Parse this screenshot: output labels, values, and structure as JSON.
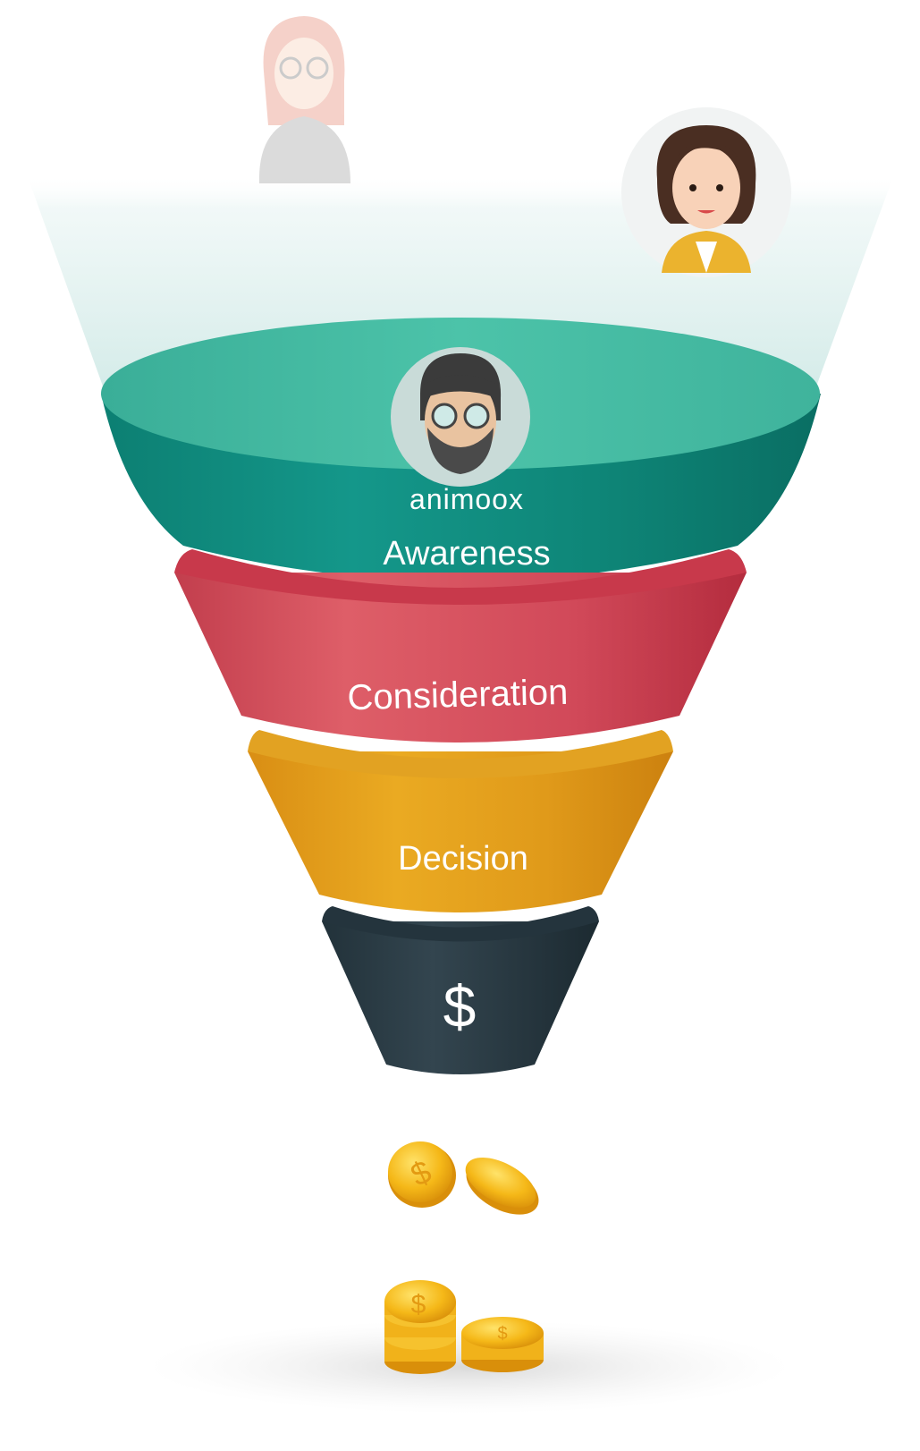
{
  "brand": {
    "logo_text": "animoox"
  },
  "funnel": {
    "stages": [
      {
        "id": "awareness",
        "label": "Awareness",
        "color_top": "#48BFA6",
        "color_body": "#0F8C7E",
        "color_dark": "#0B6F64"
      },
      {
        "id": "consideration",
        "label": "Consideration",
        "color_top": "#C9394B",
        "color_body": "#D9505E",
        "color_dark": "#B52E40"
      },
      {
        "id": "decision",
        "label": "Decision",
        "color_top": "#E6A51A",
        "color_body": "#E4A21F",
        "color_dark": "#CF8510"
      },
      {
        "id": "purchase",
        "label": "$",
        "color_top": "#24343D",
        "color_body": "#2C3D47",
        "color_dark": "#1E2C34"
      }
    ]
  },
  "people": [
    {
      "id": "woman-red-hair",
      "icon": "woman-with-glasses-icon",
      "faded": true
    },
    {
      "id": "woman-brown-hair",
      "icon": "woman-in-yellow-jacket-icon",
      "faded": false
    },
    {
      "id": "man-beard",
      "icon": "bearded-man-with-glasses-icon",
      "faded": false
    }
  ],
  "coins": {
    "icon": "gold-coin-icon",
    "color": "#F2B516"
  }
}
